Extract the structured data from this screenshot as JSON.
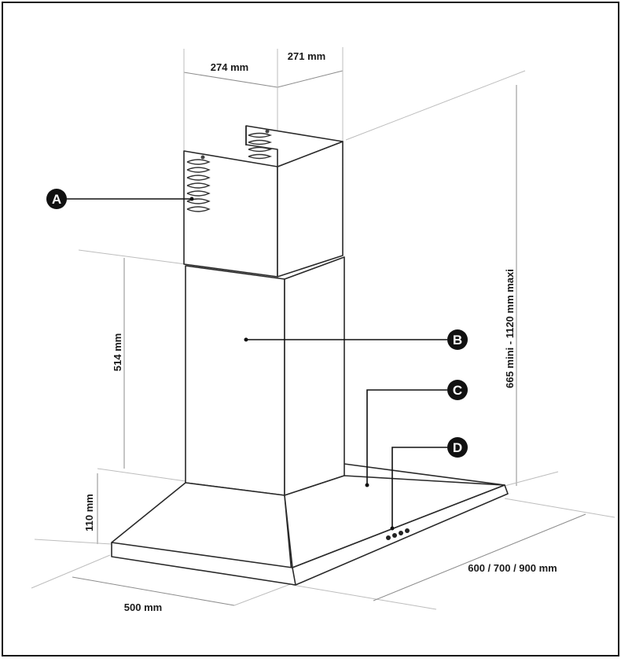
{
  "dimensions": {
    "depth_top": "274 mm",
    "width_top": "271 mm",
    "upper_chimney_height": "514 mm",
    "canopy_height": "110 mm",
    "base_depth": "500 mm",
    "width_options": "600 / 700 / 900 mm",
    "total_height": "665 mini - 1120 mm maxi"
  },
  "callouts": [
    {
      "letter": "A"
    },
    {
      "letter": "B"
    },
    {
      "letter": "C"
    },
    {
      "letter": "D"
    }
  ],
  "colors": {
    "line": "#2a2a2a",
    "dimension_line": "#8c8c8c",
    "callout_fill": "#111111",
    "callout_text": "#ffffff"
  }
}
